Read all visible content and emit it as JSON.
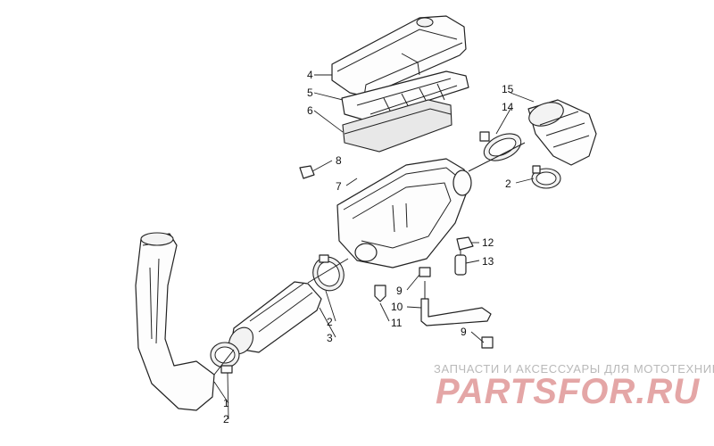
{
  "callouts": {
    "c1": "1",
    "c2a": "2",
    "c2b": "2",
    "c2c": "2",
    "c3": "3",
    "c4": "4",
    "c5": "5",
    "c6": "6",
    "c7": "7",
    "c8": "8",
    "c9a": "9",
    "c9b": "9",
    "c10": "10",
    "c11": "11",
    "c12": "12",
    "c13": "13",
    "c14": "14",
    "c15": "15"
  },
  "watermark": {
    "subtitle": "ЗАПЧАСТИ И АКСЕССУАРЫ ДЛЯ МОТОТЕХНИКИ",
    "logo": "PARTSFOR.RU"
  },
  "colors": {
    "logo": "#e4a6a6",
    "subtitle": "#b9b9b9",
    "ink": "#222222"
  }
}
